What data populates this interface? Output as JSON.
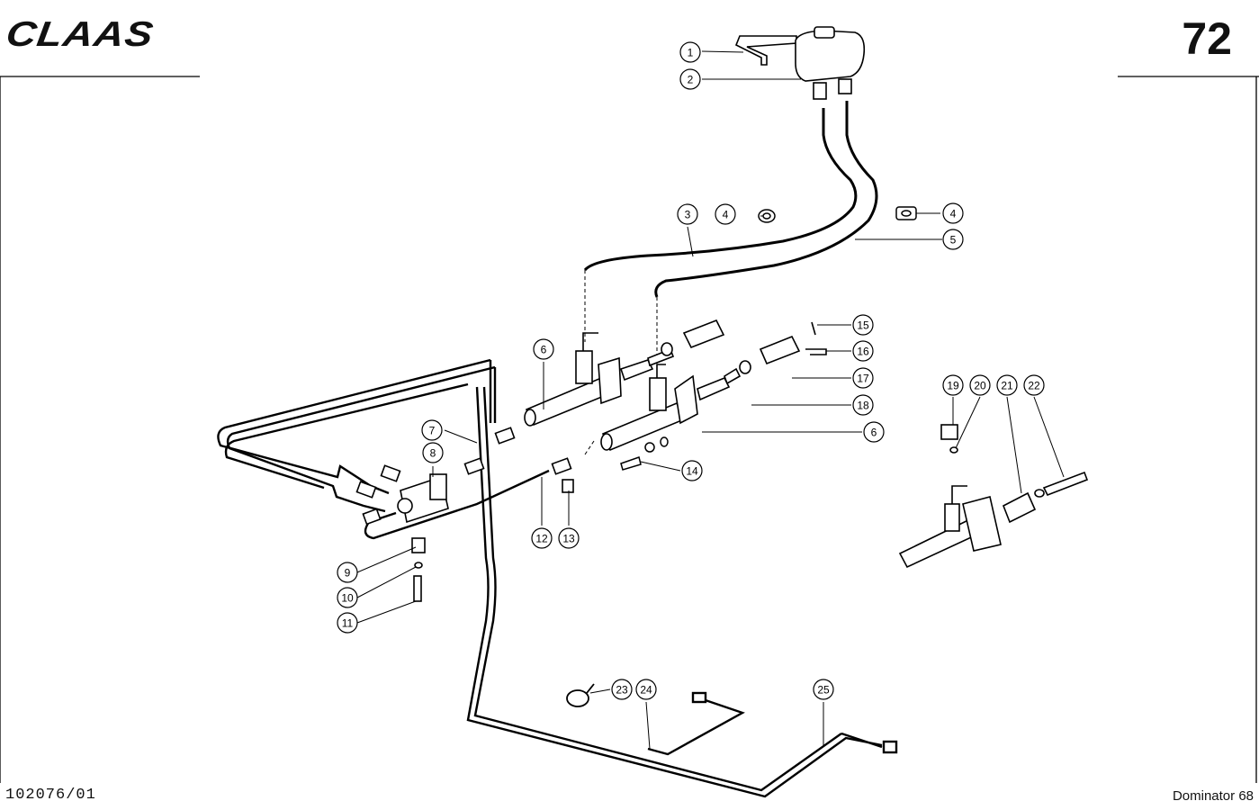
{
  "header": {
    "brand": "CLAAS",
    "page_number": "72"
  },
  "footer": {
    "doc_number": "102076/01",
    "model": "Dominator 68"
  },
  "callouts": [
    "1",
    "2",
    "3",
    "4",
    "4",
    "5",
    "6",
    "6",
    "7",
    "8",
    "9",
    "10",
    "11",
    "12",
    "13",
    "14",
    "15",
    "16",
    "17",
    "18",
    "19",
    "20",
    "21",
    "22",
    "23",
    "24",
    "25"
  ]
}
